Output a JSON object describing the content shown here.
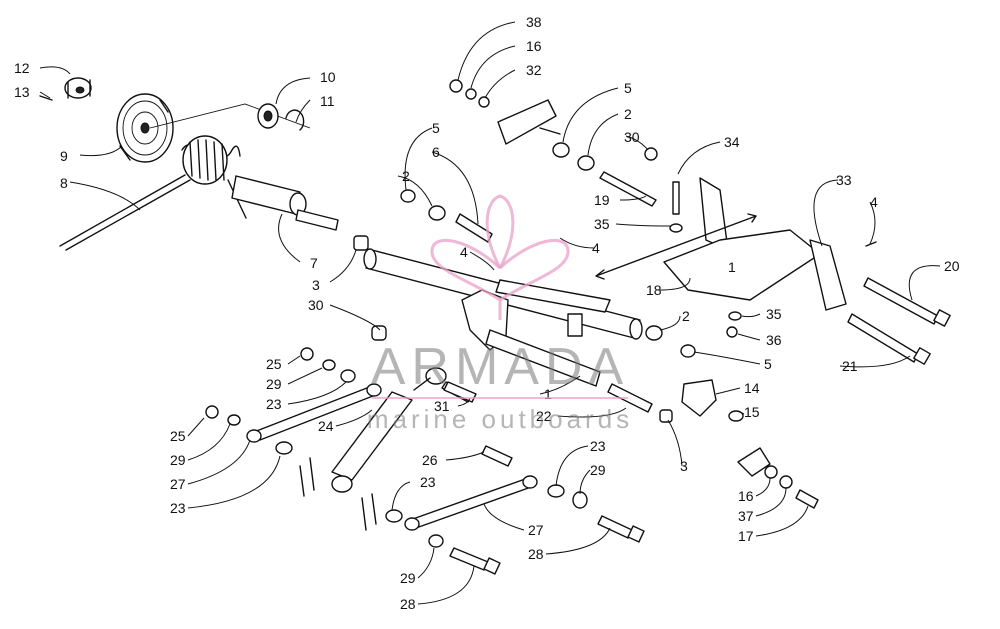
{
  "watermark": {
    "brand": "ARMADA",
    "tagline": "marine outboards",
    "logo_icon": "trident-flower-logo-icon",
    "logo_color": "#e8a0c8"
  },
  "callouts": [
    {
      "id": "c12",
      "label": "12"
    },
    {
      "id": "c13",
      "label": "13"
    },
    {
      "id": "c9",
      "label": "9"
    },
    {
      "id": "c8",
      "label": "8"
    },
    {
      "id": "c10",
      "label": "10"
    },
    {
      "id": "c11",
      "label": "11"
    },
    {
      "id": "c7",
      "label": "7"
    },
    {
      "id": "c3a",
      "label": "3"
    },
    {
      "id": "c38",
      "label": "38"
    },
    {
      "id": "c16a",
      "label": "16"
    },
    {
      "id": "c32",
      "label": "32"
    },
    {
      "id": "c5a",
      "label": "5"
    },
    {
      "id": "c2a",
      "label": "2"
    },
    {
      "id": "c30a",
      "label": "30"
    },
    {
      "id": "c34",
      "label": "34"
    },
    {
      "id": "c5b",
      "label": "5"
    },
    {
      "id": "c6",
      "label": "6"
    },
    {
      "id": "c2b",
      "label": "2"
    },
    {
      "id": "c19",
      "label": "19"
    },
    {
      "id": "c35a",
      "label": "35"
    },
    {
      "id": "c4a",
      "label": "4"
    },
    {
      "id": "c33",
      "label": "33"
    },
    {
      "id": "c4b",
      "label": "4"
    },
    {
      "id": "c4c",
      "label": "4"
    },
    {
      "id": "c20",
      "label": "20"
    },
    {
      "id": "c18",
      "label": "18"
    },
    {
      "id": "c1a",
      "label": "1"
    },
    {
      "id": "c30b",
      "label": "30"
    },
    {
      "id": "c35b",
      "label": "35"
    },
    {
      "id": "c36",
      "label": "36"
    },
    {
      "id": "c2c",
      "label": "2"
    },
    {
      "id": "c5c",
      "label": "5"
    },
    {
      "id": "c21",
      "label": "21"
    },
    {
      "id": "c25a",
      "label": "25"
    },
    {
      "id": "c29a",
      "label": "29"
    },
    {
      "id": "c23a",
      "label": "23"
    },
    {
      "id": "c31",
      "label": "31"
    },
    {
      "id": "c1b",
      "label": "1"
    },
    {
      "id": "c22",
      "label": "22"
    },
    {
      "id": "c14",
      "label": "14"
    },
    {
      "id": "c15",
      "label": "15"
    },
    {
      "id": "c25b",
      "label": "25"
    },
    {
      "id": "c24",
      "label": "24"
    },
    {
      "id": "c29b",
      "label": "29"
    },
    {
      "id": "c27a",
      "label": "27"
    },
    {
      "id": "c23b",
      "label": "23"
    },
    {
      "id": "c26",
      "label": "26"
    },
    {
      "id": "c23c",
      "label": "23"
    },
    {
      "id": "c29c",
      "label": "29"
    },
    {
      "id": "c3b",
      "label": "3"
    },
    {
      "id": "c23d",
      "label": "23"
    },
    {
      "id": "c27b",
      "label": "27"
    },
    {
      "id": "c16b",
      "label": "16"
    },
    {
      "id": "c37",
      "label": "37"
    },
    {
      "id": "c17",
      "label": "17"
    },
    {
      "id": "c28a",
      "label": "28"
    },
    {
      "id": "c29d",
      "label": "29"
    },
    {
      "id": "c28b",
      "label": "28"
    }
  ]
}
